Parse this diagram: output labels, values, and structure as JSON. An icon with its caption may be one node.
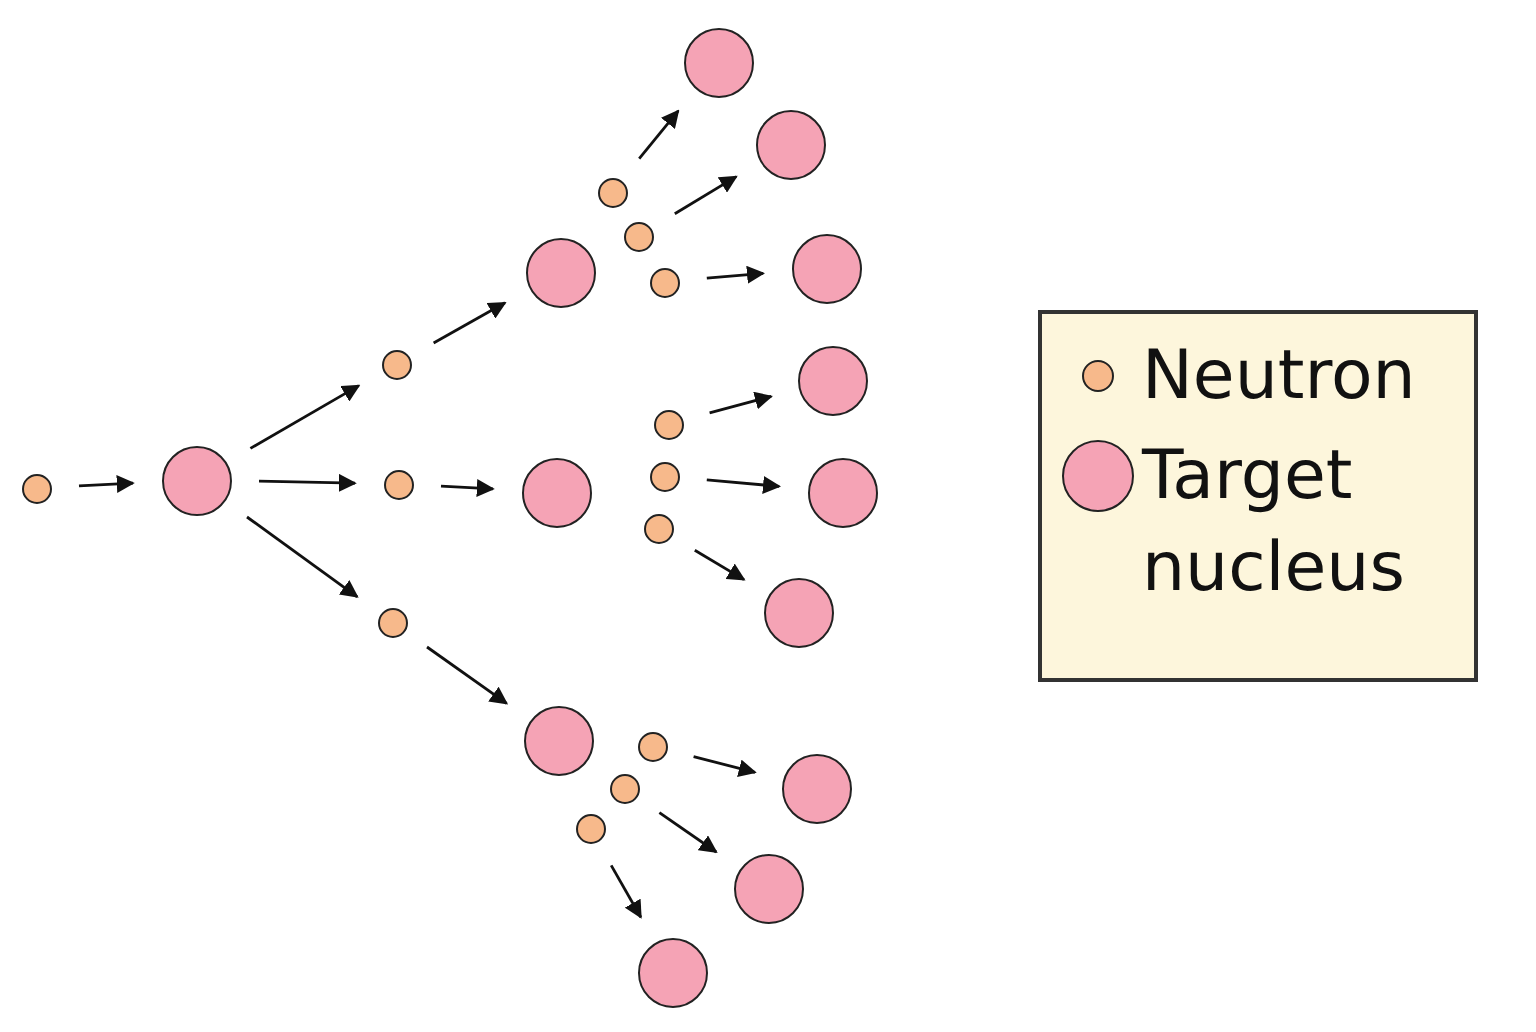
{
  "diagram": {
    "nodes": [
      {
        "text": [],
        "shape": "circle"
      },
      {
        "text": [],
        "shape": "circle"
      },
      {
        "text": [],
        "shape": "circle"
      },
      {
        "text": [],
        "shape": "circle"
      },
      {
        "text": [],
        "shape": "circle"
      },
      {
        "text": [],
        "shape": "circle"
      },
      {
        "text": [],
        "shape": "circle"
      },
      {
        "text": [],
        "shape": "circle"
      },
      {
        "text": [],
        "shape": "circle"
      },
      {
        "text": [],
        "shape": "circle"
      },
      {
        "text": [],
        "shape": "circle"
      },
      {
        "text": [],
        "shape": "circle"
      },
      {
        "text": [],
        "shape": "circle"
      },
      {
        "text": [],
        "shape": "circle"
      },
      {
        "text": [],
        "shape": "circle"
      },
      {
        "text": [],
        "shape": "circle"
      },
      {
        "text": [],
        "shape": "circle"
      },
      {
        "text": [],
        "shape": "circle"
      },
      {
        "text": [],
        "shape": "circle"
      },
      {
        "text": [],
        "shape": "circle"
      },
      {
        "text": [],
        "shape": "circle"
      },
      {
        "text": [],
        "shape": "circle"
      },
      {
        "text": [],
        "shape": "circle"
      },
      {
        "text": [],
        "shape": "circle"
      },
      {
        "text": [],
        "shape": "circle"
      },
      {
        "text": [],
        "shape": "circle"
      }
    ],
    "edges": [
      {
        "from": 0,
        "to": 1,
        "arrow": "to"
      },
      {
        "from": 1,
        "to": 2,
        "arrow": "to"
      },
      {
        "from": 1,
        "to": 3,
        "arrow": "to"
      },
      {
        "from": 1,
        "to": 4,
        "arrow": "to"
      },
      {
        "from": 2,
        "to": 5,
        "arrow": "to"
      },
      {
        "from": 3,
        "to": 6,
        "arrow": "to"
      },
      {
        "from": 4,
        "to": 7,
        "arrow": "to"
      },
      {
        "from": 8,
        "to": 11,
        "arrow": "to"
      },
      {
        "from": 9,
        "to": 12,
        "arrow": "to"
      },
      {
        "from": 10,
        "to": 13,
        "arrow": "to"
      },
      {
        "from": 14,
        "to": 17,
        "arrow": "to"
      },
      {
        "from": 15,
        "to": 18,
        "arrow": "to"
      },
      {
        "from": 16,
        "to": 19,
        "arrow": "to"
      },
      {
        "from": 20,
        "to": 23,
        "arrow": "to"
      },
      {
        "from": 21,
        "to": 24,
        "arrow": "to"
      },
      {
        "from": 22,
        "to": 25,
        "arrow": "to"
      }
    ],
    "legend": [
      {
        "text": "Neutron",
        "color": "#f7b98b"
      },
      {
        "text": "Target nucleus",
        "color": "#f5a3b5"
      }
    ]
  }
}
